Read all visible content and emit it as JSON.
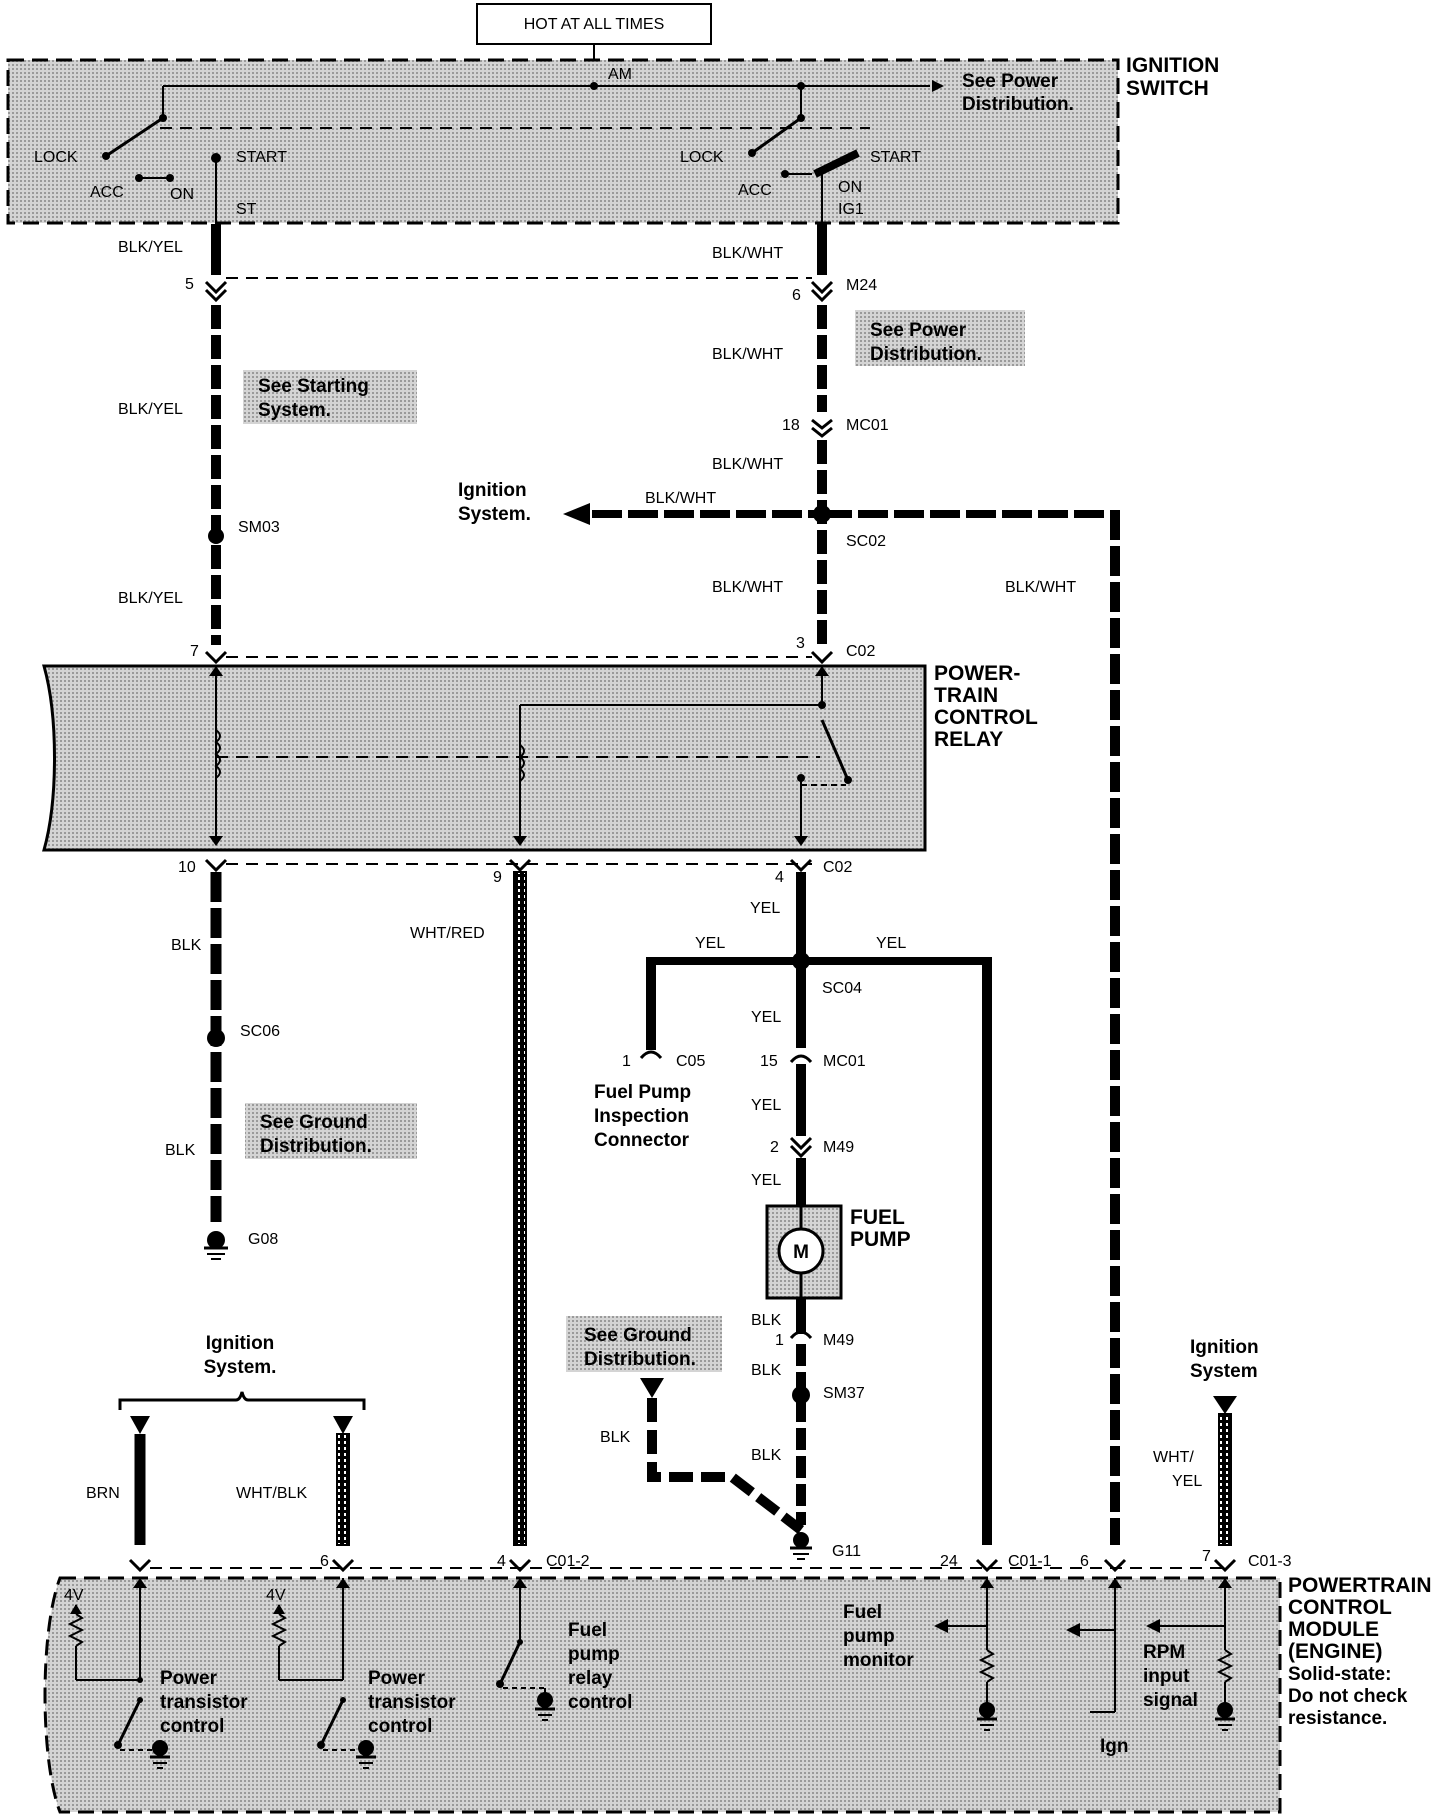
{
  "header": {
    "hot_label": "HOT AT ALL TIMES"
  },
  "ignition_switch": {
    "title_line1": "IGNITION",
    "title_line2": "SWITCH",
    "am": "AM",
    "see_power_line1": "See Power",
    "see_power_line2": "Distribution.",
    "left": {
      "lock": "LOCK",
      "acc": "ACC",
      "on": "ON",
      "start": "START",
      "st": "ST"
    },
    "right": {
      "lock": "LOCK",
      "acc": "ACC",
      "on": "ON",
      "start": "START",
      "ig1": "IG1"
    }
  },
  "wires": {
    "blk_yel": "BLK/YEL",
    "blk_wht": "BLK/WHT",
    "blk": "BLK",
    "yel": "YEL",
    "wht_red": "WHT/RED",
    "brn": "BRN",
    "wht_blk": "WHT/BLK",
    "wht_slash": "WHT/",
    "yel_2": "YEL"
  },
  "connectors": {
    "m24": "M24",
    "m24_pin5": "5",
    "m24_pin6": "6",
    "mc01": "MC01",
    "mc01_pin18": "18",
    "mc01_pin15": "15",
    "sc02": "SC02",
    "sm03": "SM03",
    "c02_top": "C02",
    "c02_pin7": "7",
    "c02_pin3": "3",
    "c02_bot": "C02",
    "c02_pin10": "10",
    "c02_pin9": "9",
    "c02_pin4": "4",
    "sc06": "SC06",
    "g08": "G08",
    "sc04": "SC04",
    "c05": "C05",
    "c05_pin1": "1",
    "m49": "M49",
    "m49_pin2": "2",
    "m49_pin1": "1",
    "sm37": "SM37",
    "g11": "G11",
    "c01_2": "C01-2",
    "c01_2_pin6": "6",
    "c01_2_pin4": "4",
    "c01_1": "C01-1",
    "c01_1_pin24": "24",
    "c01_3": "C01-3",
    "c01_3_pin6": "6",
    "c01_3_pin7": "7"
  },
  "notes": {
    "see_power_dist_line1": "See Power",
    "see_power_dist_line2": "Distribution.",
    "see_starting_line1": "See Starting",
    "see_starting_line2": "System.",
    "see_ground_line1": "See Ground",
    "see_ground_line2": "Distribution.",
    "see_ground2_line1": "See Ground",
    "see_ground2_line2": "Distribution.",
    "ignition_sys_line1": "Ignition",
    "ignition_sys_line2": "System.",
    "ignition_sys_b_line1": "Ignition",
    "ignition_sys_b_line2": "System.",
    "ignition_sys_c_line1": "Ignition",
    "ignition_sys_c_line2": "System"
  },
  "relay": {
    "line1": "POWER-",
    "line2": "TRAIN",
    "line3": "CONTROL",
    "line4": "RELAY"
  },
  "fuel_pump": {
    "line1": "FUEL",
    "line2": "PUMP",
    "motor": "M"
  },
  "inspection": {
    "line1": "Fuel Pump",
    "line2": "Inspection",
    "line3": "Connector"
  },
  "pcm": {
    "line1": "POWERTRAIN",
    "line2": "CONTROL",
    "line3": "MODULE",
    "line4": "(ENGINE)",
    "line5": "Solid-state:",
    "line6": "Do not check",
    "line7": "resistance.",
    "v4_a": "4V",
    "v4_b": "4V",
    "ptc1_line1": "Power",
    "ptc1_line2": "transistor",
    "ptc1_line3": "control",
    "ptc2_line1": "Power",
    "ptc2_line2": "transistor",
    "ptc2_line3": "control",
    "fprc_line1": "Fuel",
    "fprc_line2": "pump",
    "fprc_line3": "relay",
    "fprc_line4": "control",
    "fpm_line1": "Fuel",
    "fpm_line2": "pump",
    "fpm_line3": "monitor",
    "rpm_line1": "RPM",
    "rpm_line2": "input",
    "rpm_line3": "signal",
    "ign": "Ign"
  }
}
